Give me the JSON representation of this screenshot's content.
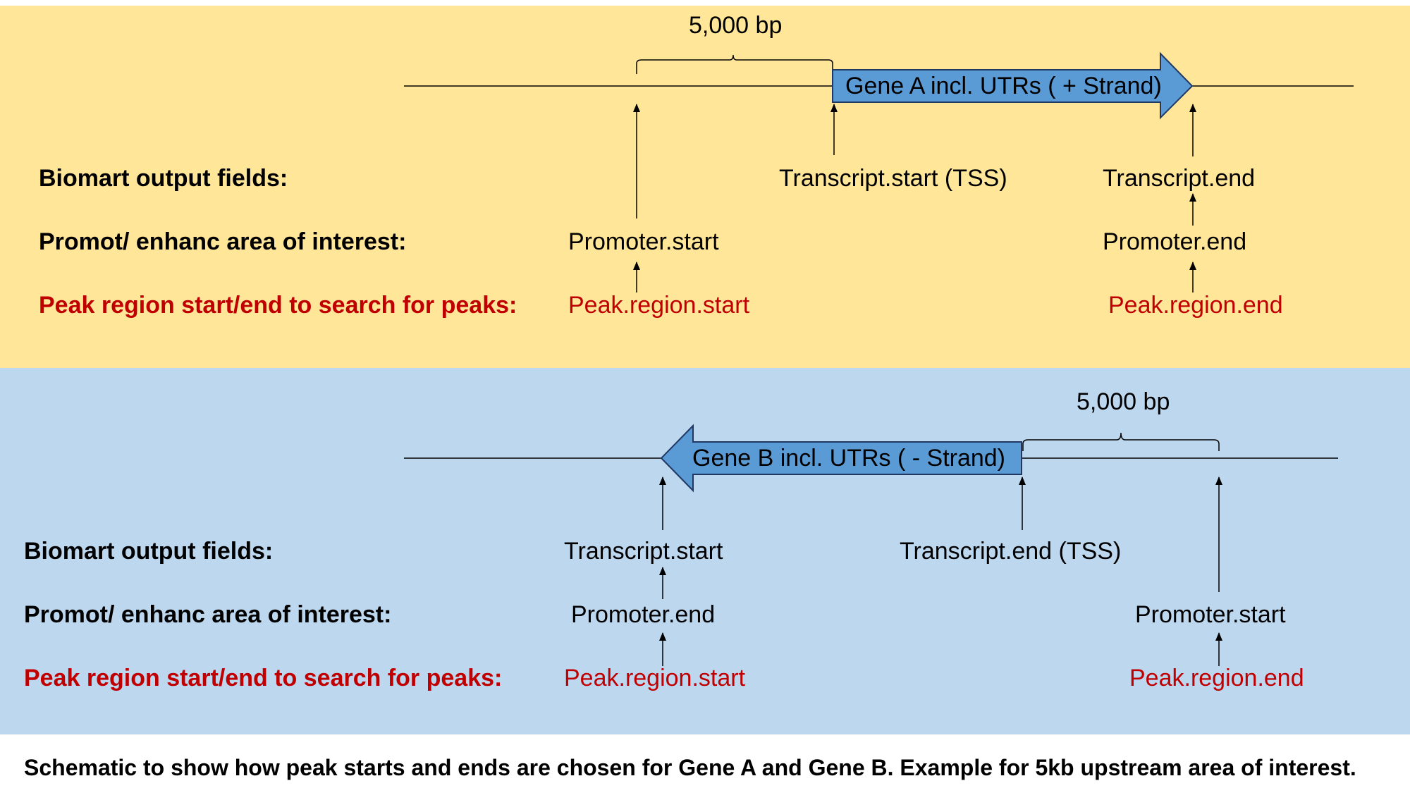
{
  "gene_a": {
    "gene_label": "Gene A incl. UTRs ( + Strand)",
    "distance_label": "5,000 bp",
    "row_labels": {
      "biomart": "Biomart output fields:",
      "promoter": "Promot/ enhanc area of interest:",
      "peak": "Peak region start/end to search for peaks:"
    },
    "transcript_start": "Transcript.start (TSS)",
    "transcript_end": "Transcript.end",
    "promoter_start": "Promoter.start",
    "promoter_end": "Promoter.end",
    "peak_start": "Peak.region.start",
    "peak_end": "Peak.region.end"
  },
  "gene_b": {
    "gene_label": "Gene B incl. UTRs ( - Strand)",
    "distance_label": "5,000 bp",
    "row_labels": {
      "biomart": "Biomart output fields:",
      "promoter": "Promot/ enhanc area of interest:",
      "peak": "Peak region start/end to search for peaks:"
    },
    "transcript_start": "Transcript.start",
    "transcript_end": "Transcript.end (TSS)",
    "promoter_start": "Promoter.start",
    "promoter_end": "Promoter.end",
    "peak_start": "Peak.region.start",
    "peak_end": "Peak.region.end"
  },
  "caption": "Schematic to show how peak starts and ends are chosen for Gene A and Gene B. Example for 5kb upstream area of interest.",
  "colors": {
    "panel_a_bg": "#ffe699",
    "panel_b_bg": "#bdd7ee",
    "gene_arrow_fill": "#5b9bd5",
    "peak_text": "#c00000"
  }
}
